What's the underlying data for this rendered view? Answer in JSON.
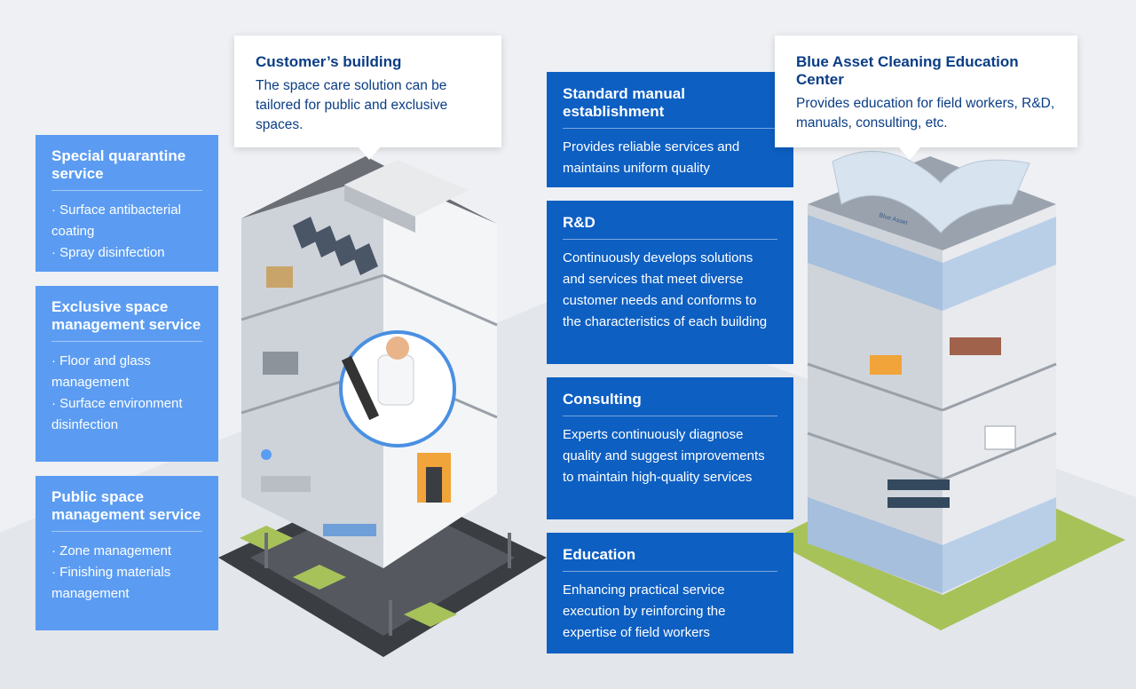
{
  "colors": {
    "light_blue": "#5b9cf2",
    "dark_blue": "#0d5fc2",
    "callout_text": "#0a3d85",
    "ground": "#3a3d42",
    "grass": "#a8c25a"
  },
  "left_services": [
    {
      "title": "Special quarantine service",
      "items": [
        "· Surface antibacterial coating",
        "· Spray disinfection"
      ]
    },
    {
      "title": "Exclusive space management service",
      "items": [
        "· Floor and glass management",
        "· Surface environment disinfection"
      ]
    },
    {
      "title": "Public space management service",
      "items": [
        "· Zone management",
        "· Finishing materials management"
      ]
    }
  ],
  "customer_building": {
    "title": "Customer’s building",
    "description": "The space care solution can be tailored for public and exclusive spaces."
  },
  "center_features": [
    {
      "title": "Standard manual establishment",
      "description": "Provides reliable services and maintains uniform quality"
    },
    {
      "title": "R&D",
      "description": "Continuously develops solutions and services that meet diverse customer needs and conforms to the characteristics of each building"
    },
    {
      "title": "Consulting",
      "description": "Experts continuously diagnose quality and suggest improvements to maintain high-quality services"
    },
    {
      "title": "Education",
      "description": "Enhancing practical service execution by reinforcing the expertise of field workers"
    }
  ],
  "education_center": {
    "title": "Blue Asset Cleaning Education Center",
    "description": "Provides education for field workers, R&D, manuals, consulting, etc.",
    "sign": "Blue Asset"
  }
}
